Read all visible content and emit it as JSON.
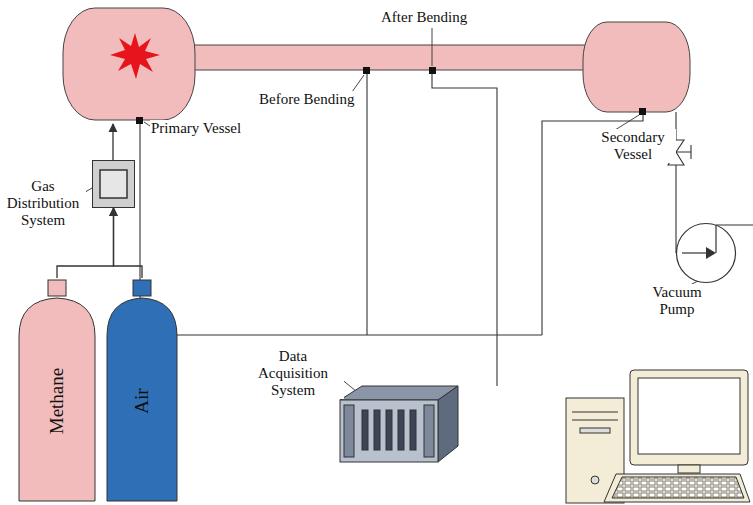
{
  "diagram": {
    "nodes": [
      {
        "text": [
          "Gas Distribution System"
        ]
      },
      {
        "text": [
          "Methane"
        ]
      },
      {
        "text": [
          "Air"
        ]
      },
      {
        "text": [
          "Vacuum Pump"
        ]
      },
      {
        "text": [
          "Data Acquisition System"
        ]
      }
    ],
    "edges": [
      {
        "from": 1,
        "to": 0,
        "arrow": "to"
      },
      {
        "from": 2,
        "to": 0,
        "arrow": "to"
      }
    ],
    "labels": [
      "Primary Vessel",
      "Before Bending",
      "After Bending",
      "Secondary Vessel"
    ]
  }
}
